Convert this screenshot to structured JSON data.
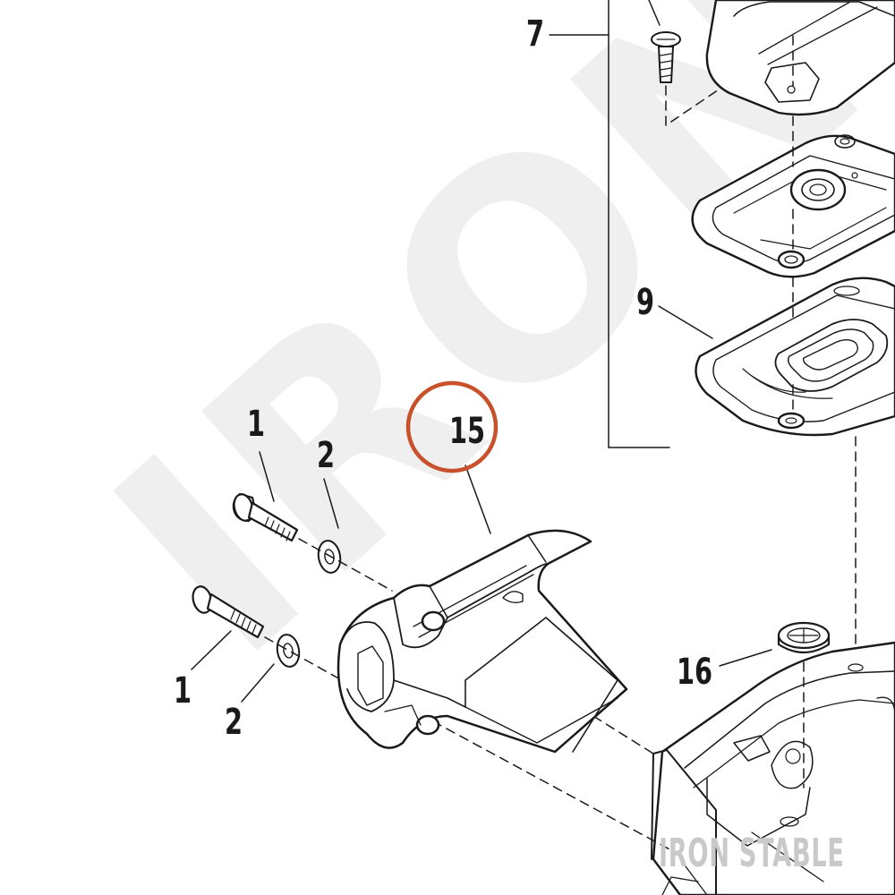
{
  "watermark": "IRON STABLE",
  "brand_logo": "IRON STABLE",
  "callouts": {
    "c1a": "1",
    "c1b": "1",
    "c2a": "2",
    "c2b": "2",
    "c7": "7",
    "c9": "9",
    "c15": "15",
    "c16": "16"
  },
  "highlight": {
    "part": "15",
    "color": "#c8502a"
  },
  "colors": {
    "line": "#1a1a1a",
    "logo": "#c9c9c9"
  }
}
